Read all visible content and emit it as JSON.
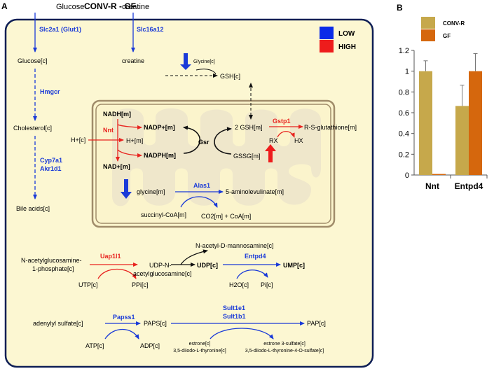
{
  "panel_a": {
    "letter": "A",
    "title": "CONV-R - GF",
    "legend": {
      "low": "LOW",
      "high": "HIGH",
      "low_color": "#0a2be8",
      "high_color": "#ee1c1c"
    },
    "metabolites": {
      "glucose": "Glucose",
      "creatine_top": "creatine",
      "glucose_c": "Glucose[c]",
      "creatine": "creatine",
      "cholesterol": "Cholesterol[c]",
      "bile_acids": "Bile acids[c]",
      "glycine_c": "Glycine[c]",
      "gsh_c": "GSH[c]",
      "nadh_m": "NADH[m]",
      "nadp_m": "NADP+[m]",
      "h_c": "H+[c]",
      "h_m": "H+[m]",
      "nadph_m": "NADPH[m]",
      "nad_m": "NAD+[m]",
      "gsh2_m": "2 GSH[m]",
      "gssg_m": "GSSG[m]",
      "rsg_m": "R-S-glutathione[m]",
      "rx": "RX",
      "hx": "HX",
      "glycine_m": "glycine[m]",
      "ala_m": "5-aminolevulinate[m]",
      "succ_m": "succinyl-CoA[m]",
      "co2_m": "CO2[m] + CoA[m]",
      "nacmann": "N-acetyl-D-mannosamine[c]",
      "nacglc1": "N-acetylglucosamine-",
      "nacglc2": "1-phosphate[c]",
      "udpn1": "UDP-N-",
      "udpn2": "acetylglucosamine[c]",
      "udp": "UDP[c]",
      "ump": "UMP[c]",
      "utp": "UTP[c]",
      "ppi": "PPi[c]",
      "h2o": "H2O[c]",
      "pi": "Pi[c]",
      "aps": "adenylyl sulfate[c]",
      "paps": "PAPS[c]",
      "pap": "PAP[c]",
      "atp": "ATP[c]",
      "adp": "ADP[c]",
      "estrone1": "estrone[c]",
      "estrone2": "3,5-diiodo-L-thyronine[c]",
      "estrone_s1": "estrone 3-sulfate[c]",
      "estrone_s2": "3,5-diiodo-L-thyronine-4-O-sulfate[c]"
    },
    "enzymes": {
      "slc2a1": "Slc2a1 (Glut1)",
      "slc16a12": "Slc16a12",
      "hmgcr": "Hmgcr",
      "cyp7a1": "Cyp7a1",
      "akr1d1": "Akr1d1",
      "nnt": "Nnt",
      "gsr": "Gsr",
      "gstp1": "Gstp1",
      "alas1": "Alas1",
      "uap1l1": "Uap1l1",
      "entpd4": "Entpd4",
      "papss1": "Papss1",
      "sult1e1": "Sult1e1",
      "sult1b1": "Sult1b1"
    }
  },
  "panel_b": {
    "letter": "B"
  },
  "chart_data": {
    "type": "bar",
    "categories": [
      "Nnt",
      "Entpd4"
    ],
    "series": [
      {
        "name": "CONV-R",
        "values": [
          1.0,
          0.665
        ],
        "errors": [
          0.1,
          0.2
        ],
        "color": "#c6a84b"
      },
      {
        "name": "GF",
        "values": [
          0.01,
          1.0
        ],
        "errors": [
          0.0,
          0.17
        ],
        "color": "#d5670d"
      }
    ],
    "ylim": [
      0,
      1.2
    ],
    "yticks": [
      "0",
      "0.2",
      "0.4",
      "0.6",
      "0.8",
      "1",
      "1.2"
    ],
    "legend_position": "top"
  }
}
